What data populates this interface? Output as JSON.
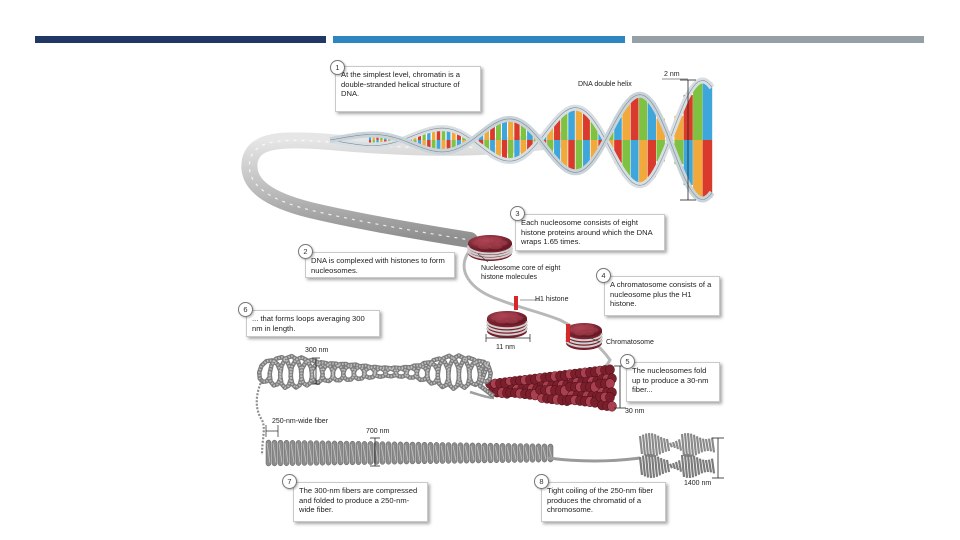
{
  "slide": {
    "accent_bars": [
      {
        "color": "#1f3864"
      },
      {
        "color": "#2e86c1"
      },
      {
        "color": "#95a0a6"
      }
    ]
  },
  "steps": [
    {
      "number": "1",
      "text": "At the simplest level, chromatin is a double-stranded helical structure of DNA."
    },
    {
      "number": "2",
      "text": "DNA is complexed with histones to form nucleosomes."
    },
    {
      "number": "3",
      "text": "Each nucleosome consists of eight histone proteins around which the DNA wraps 1.65 times."
    },
    {
      "number": "4",
      "text": "A chromatosome consists of a nucleosome plus the H1 histone."
    },
    {
      "number": "5",
      "text": "The nucleosomes fold up to produce a 30-nm fiber..."
    },
    {
      "number": "6",
      "text": "... that forms loops averaging 300 nm in length."
    },
    {
      "number": "7",
      "text": "The 300-nm fibers are compressed and folded to produce a 250-nm-wide fiber."
    },
    {
      "number": "8",
      "text": "Tight coiling of the 250-nm fiber produces the chromatid of a chromosome."
    }
  ],
  "labels": {
    "dna_double_helix": "DNA double helix",
    "width_2nm": "2 nm",
    "nucleosome_core": "Nucleosome core of eight histone molecules",
    "h1_histone": "H1 histone",
    "width_11nm": "11 nm",
    "chromatosome": "Chromatosome",
    "width_30nm": "30 nm",
    "loop_300nm": "300 nm",
    "fiber_250nm": "250-nm-wide fiber",
    "width_700nm": "700 nm",
    "width_1400nm": "1400 nm"
  },
  "colors": {
    "histone": "#7a1f2b",
    "histone_light": "#a8404f",
    "h1": "#d62828",
    "strand_gray": "#9a9a9a",
    "base_red": "#d93a2b",
    "base_green": "#7fc241",
    "base_blue": "#3fa6dc",
    "base_orange": "#f2a93b"
  }
}
